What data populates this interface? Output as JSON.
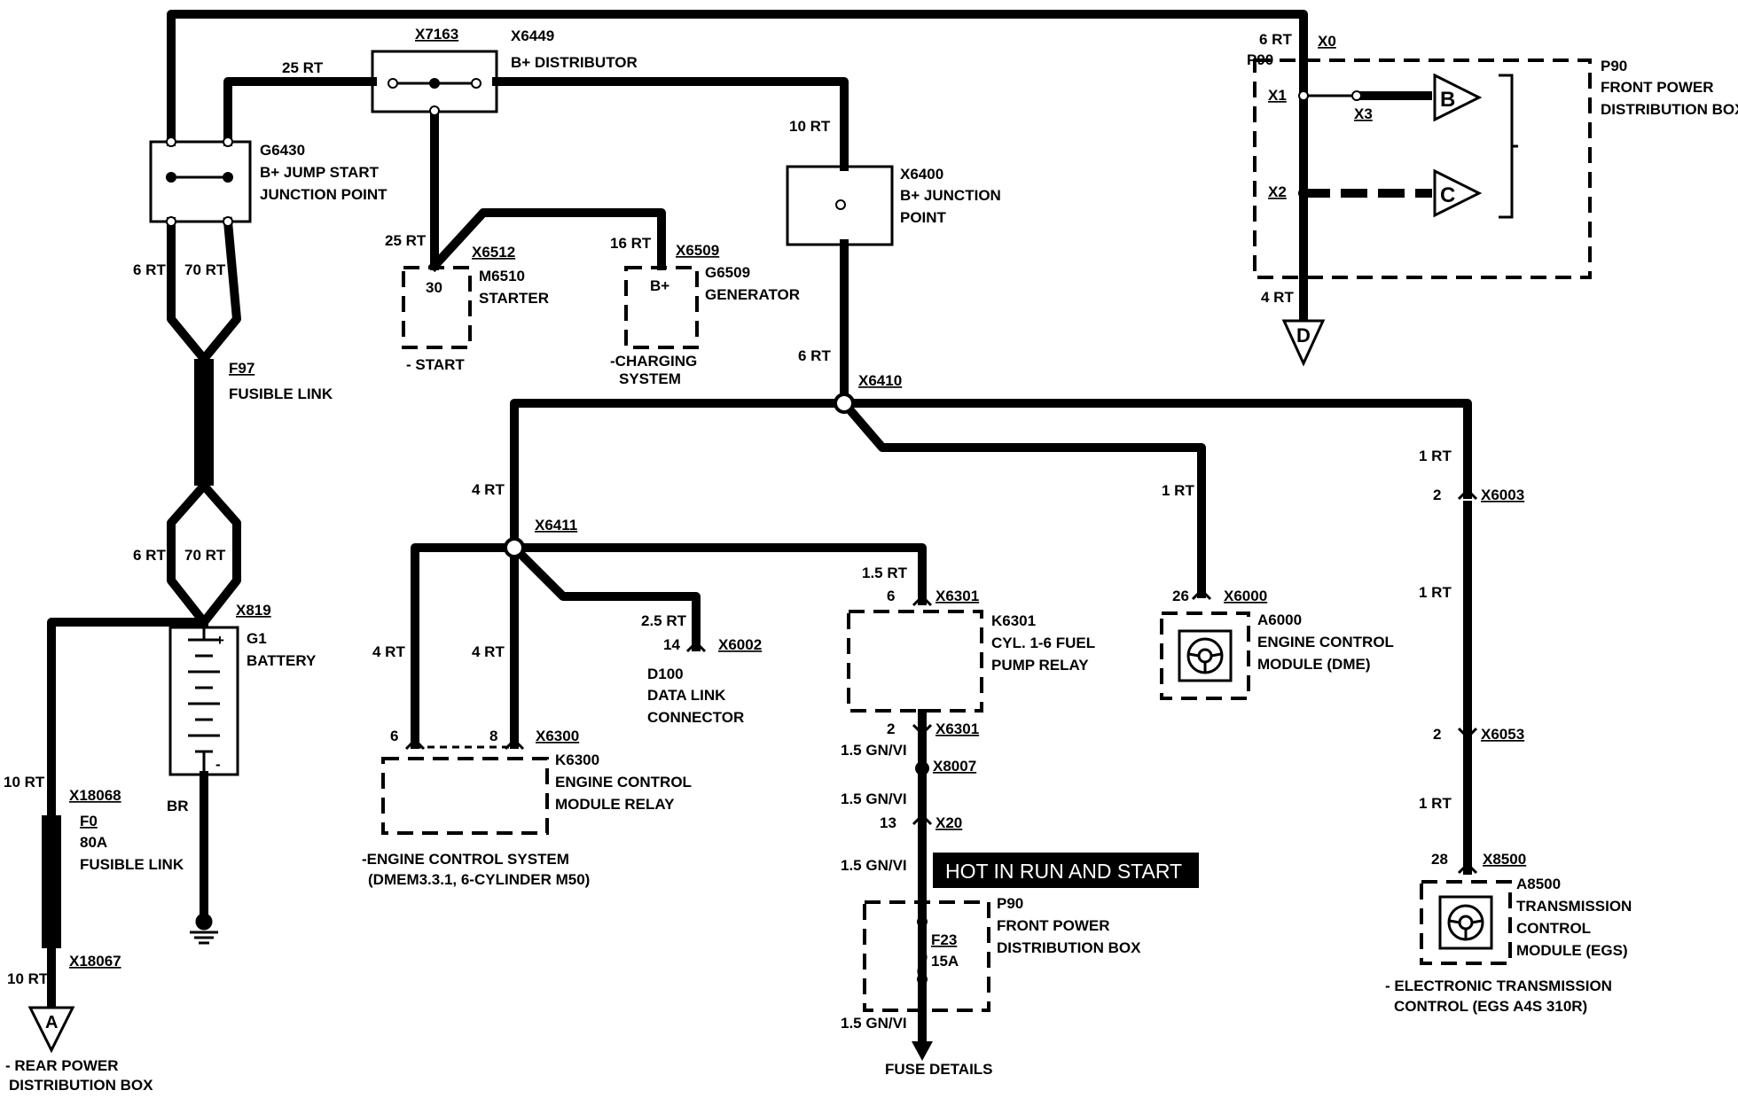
{
  "components": {
    "x7163": "X7163",
    "x6449_id": "X6449",
    "x6449_name": "B+ DISTRIBUTOR",
    "g6430_id": "G6430",
    "g6430_name1": "B+ JUMP START",
    "g6430_name2": "JUNCTION POINT",
    "x6400_id": "X6400",
    "x6400_name1": "B+ JUNCTION",
    "x6400_name2": "POINT",
    "x6512": "X6512",
    "m6510_id": "M6510",
    "m6510_name": "STARTER",
    "m6510_pin": "30",
    "start_sys": "- START",
    "x6509": "X6509",
    "g6509_id": "G6509",
    "g6509_name": "GENERATOR",
    "g6509_pin": "B+",
    "charging_1": "-CHARGING",
    "charging_2": "SYSTEM",
    "f97_id": "F97",
    "f97_name": "FUSIBLE LINK",
    "x819": "X819",
    "g1_id": "G1",
    "g1_name": "BATTERY",
    "batt_plus": "+",
    "batt_minus": "-",
    "x18068": "X18068",
    "f0_id": "F0",
    "f0_rating": "80A",
    "f0_name": "FUSIBLE LINK",
    "x18067": "X18067",
    "rear_box_1": "- REAR POWER",
    "rear_box_2": "DISTRIBUTION BOX",
    "conn_a": "A",
    "x0": "X0",
    "p90_id": "P90",
    "p90_name1": "FRONT POWER",
    "p90_name2": "DISTRIBUTION BOX",
    "x1": "X1",
    "x2": "X2",
    "x3": "X3",
    "conn_b": "B",
    "conn_c": "C",
    "conn_d": "D",
    "x6410": "X6410",
    "x6411": "X6411",
    "x6002": "X6002",
    "d100_pin": "14",
    "d100_id": "D100",
    "d100_name1": "DATA LINK",
    "d100_name2": "CONNECTOR",
    "x6300": "X6300",
    "k6300_pin_a": "6",
    "k6300_pin_b": "8",
    "k6300_id": "K6300",
    "k6300_name1": "ENGINE CONTROL",
    "k6300_name2": "MODULE RELAY",
    "ecs_1": "-ENGINE CONTROL SYSTEM",
    "ecs_2": "(DMEM3.3.1, 6-CYLINDER M50)",
    "x6301_top": "X6301",
    "k6301_pin_top": "6",
    "k6301_id": "K6301",
    "k6301_name1": "CYL. 1-6 FUEL",
    "k6301_name2": "PUMP RELAY",
    "x6301_bot": "X6301",
    "k6301_pin_bot": "2",
    "x8007": "X8007",
    "x20": "X20",
    "x20_pin": "13",
    "hot_banner": "HOT IN RUN AND START",
    "p90b_id": "P90",
    "p90b_name1": "FRONT POWER",
    "p90b_name2": "DISTRIBUTION BOX",
    "f23_id": "F23",
    "f23_rating": "15A",
    "fuse_details": "FUSE DETAILS",
    "x6000": "X6000",
    "a6000_pin": "26",
    "a6000_id": "A6000",
    "a6000_name1": "ENGINE CONTROL",
    "a6000_name2": "MODULE (DME)",
    "x6003": "X6003",
    "x6003_pin": "2",
    "x6053": "X6053",
    "x6053_pin": "2",
    "x8500": "X8500",
    "a8500_pin": "28",
    "a8500_id": "A8500",
    "a8500_name1": "TRANSMISSION",
    "a8500_name2": "CONTROL",
    "a8500_name3": "MODULE (EGS)",
    "egs_1": "- ELECTRONIC TRANSMISSION",
    "egs_2": "CONTROL (EGS A4S 310R)"
  },
  "wires": {
    "w_25rt_top": "25 RT",
    "w_6rt_x0": "6 RT",
    "w_10rt_x6400": "10 RT",
    "w_6rt_g_left": "6 RT",
    "w_70rt_g_right": "70 RT",
    "w_25rt_starter": "25 RT",
    "w_16rt_gen": "16 RT",
    "w_6rt_x6410": "6 RT",
    "w_6rt_batt_left": "6 RT",
    "w_70rt_batt_right": "70 RT",
    "w_10rt_f0_top": "10 RT",
    "w_br": "BR",
    "w_10rt_f0_bot": "10 RT",
    "w_4rt_x0d": "4 RT",
    "w_4rt_x6411": "4 RT",
    "w_4rt_k6300_a": "4 RT",
    "w_4rt_k6300_b": "4 RT",
    "w_25rt_dlc": "2.5 RT",
    "w_15rt_k6301": "1.5 RT",
    "w_15gnvi_1": "1.5 GN/VI",
    "w_15gnvi_2": "1.5 GN/VI",
    "w_15gnvi_3": "1.5 GN/VI",
    "w_15gnvi_4": "1.5 GN/VI",
    "w_1rt_dme": "1 RT",
    "w_1rt_egs_top": "1 RT",
    "w_1rt_egs_mid": "1 RT",
    "w_1rt_egs_bot": "1 RT"
  }
}
